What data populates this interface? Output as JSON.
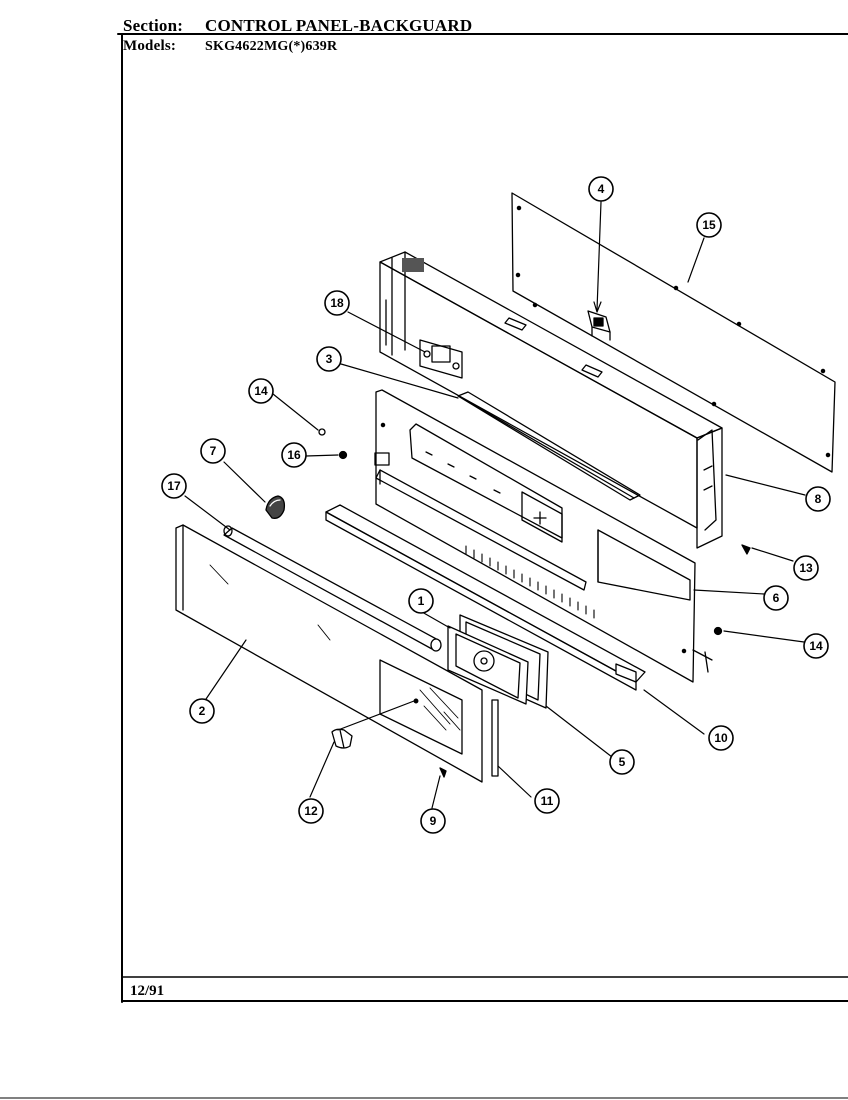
{
  "header": {
    "section_label": "Section:",
    "section_value": "CONTROL PANEL-BACKGUARD",
    "models_label": "Models:",
    "models_value": "SKG4622MG(*)639R"
  },
  "footer": {
    "date": "12/91"
  },
  "callouts": {
    "c1": "1",
    "c2": "2",
    "c3": "3",
    "c4": "4",
    "c5": "5",
    "c6": "6",
    "c7": "7",
    "c8": "8",
    "c9": "9",
    "c10": "10",
    "c11": "11",
    "c12": "12",
    "c13": "13",
    "c14a": "14",
    "c14b": "14",
    "c15": "15",
    "c16": "16",
    "c17": "17",
    "c18": "18"
  }
}
